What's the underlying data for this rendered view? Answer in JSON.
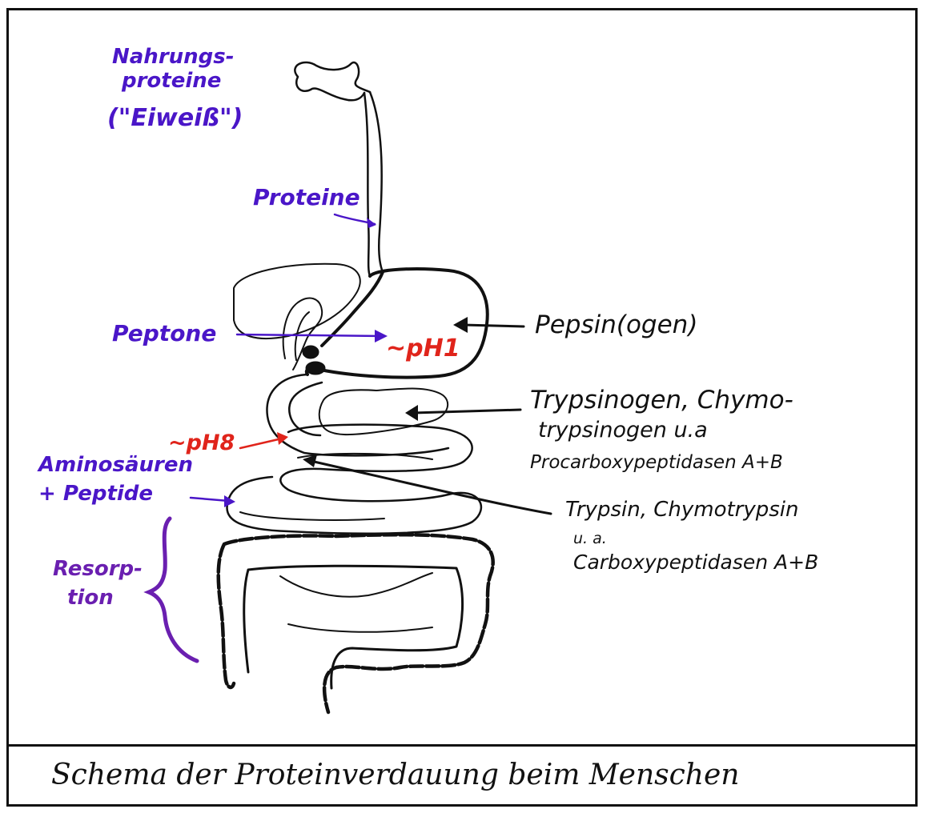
{
  "labels": {
    "nahrungsproteine_l1": "Nahrungs-",
    "nahrungsproteine_l2": "proteine",
    "nahrungsproteine_l3": "(\"Eiweiß\")",
    "proteine": "Proteine",
    "peptone": "Peptone",
    "ph1": "~pH1",
    "ph8": "~pH8",
    "aminosaeuren_l1": "Aminosäuren",
    "aminosaeuren_l2": "+ Peptide",
    "resorption_l1": "Resorp-",
    "resorption_l2": "tion",
    "pepsinogen": "Pepsin(ogen)",
    "trypsinogen_l1": "Trypsinogen, Chymo-",
    "trypsinogen_l2": "trypsinogen u.a",
    "trypsinogen_l3": "Procarboxypeptidasen A+B",
    "trypsin_l1": "Trypsin, Chymotrypsin",
    "trypsin_l2": "u. a.",
    "trypsin_l3": "Carboxypeptidasen A+B"
  },
  "caption": "Schema der Proteinverdauung beim Menschen",
  "colors": {
    "label_blue": "#4a16c8",
    "label_violet": "#6a1fb0",
    "ph_red": "#e0241b",
    "ink": "#111111"
  }
}
